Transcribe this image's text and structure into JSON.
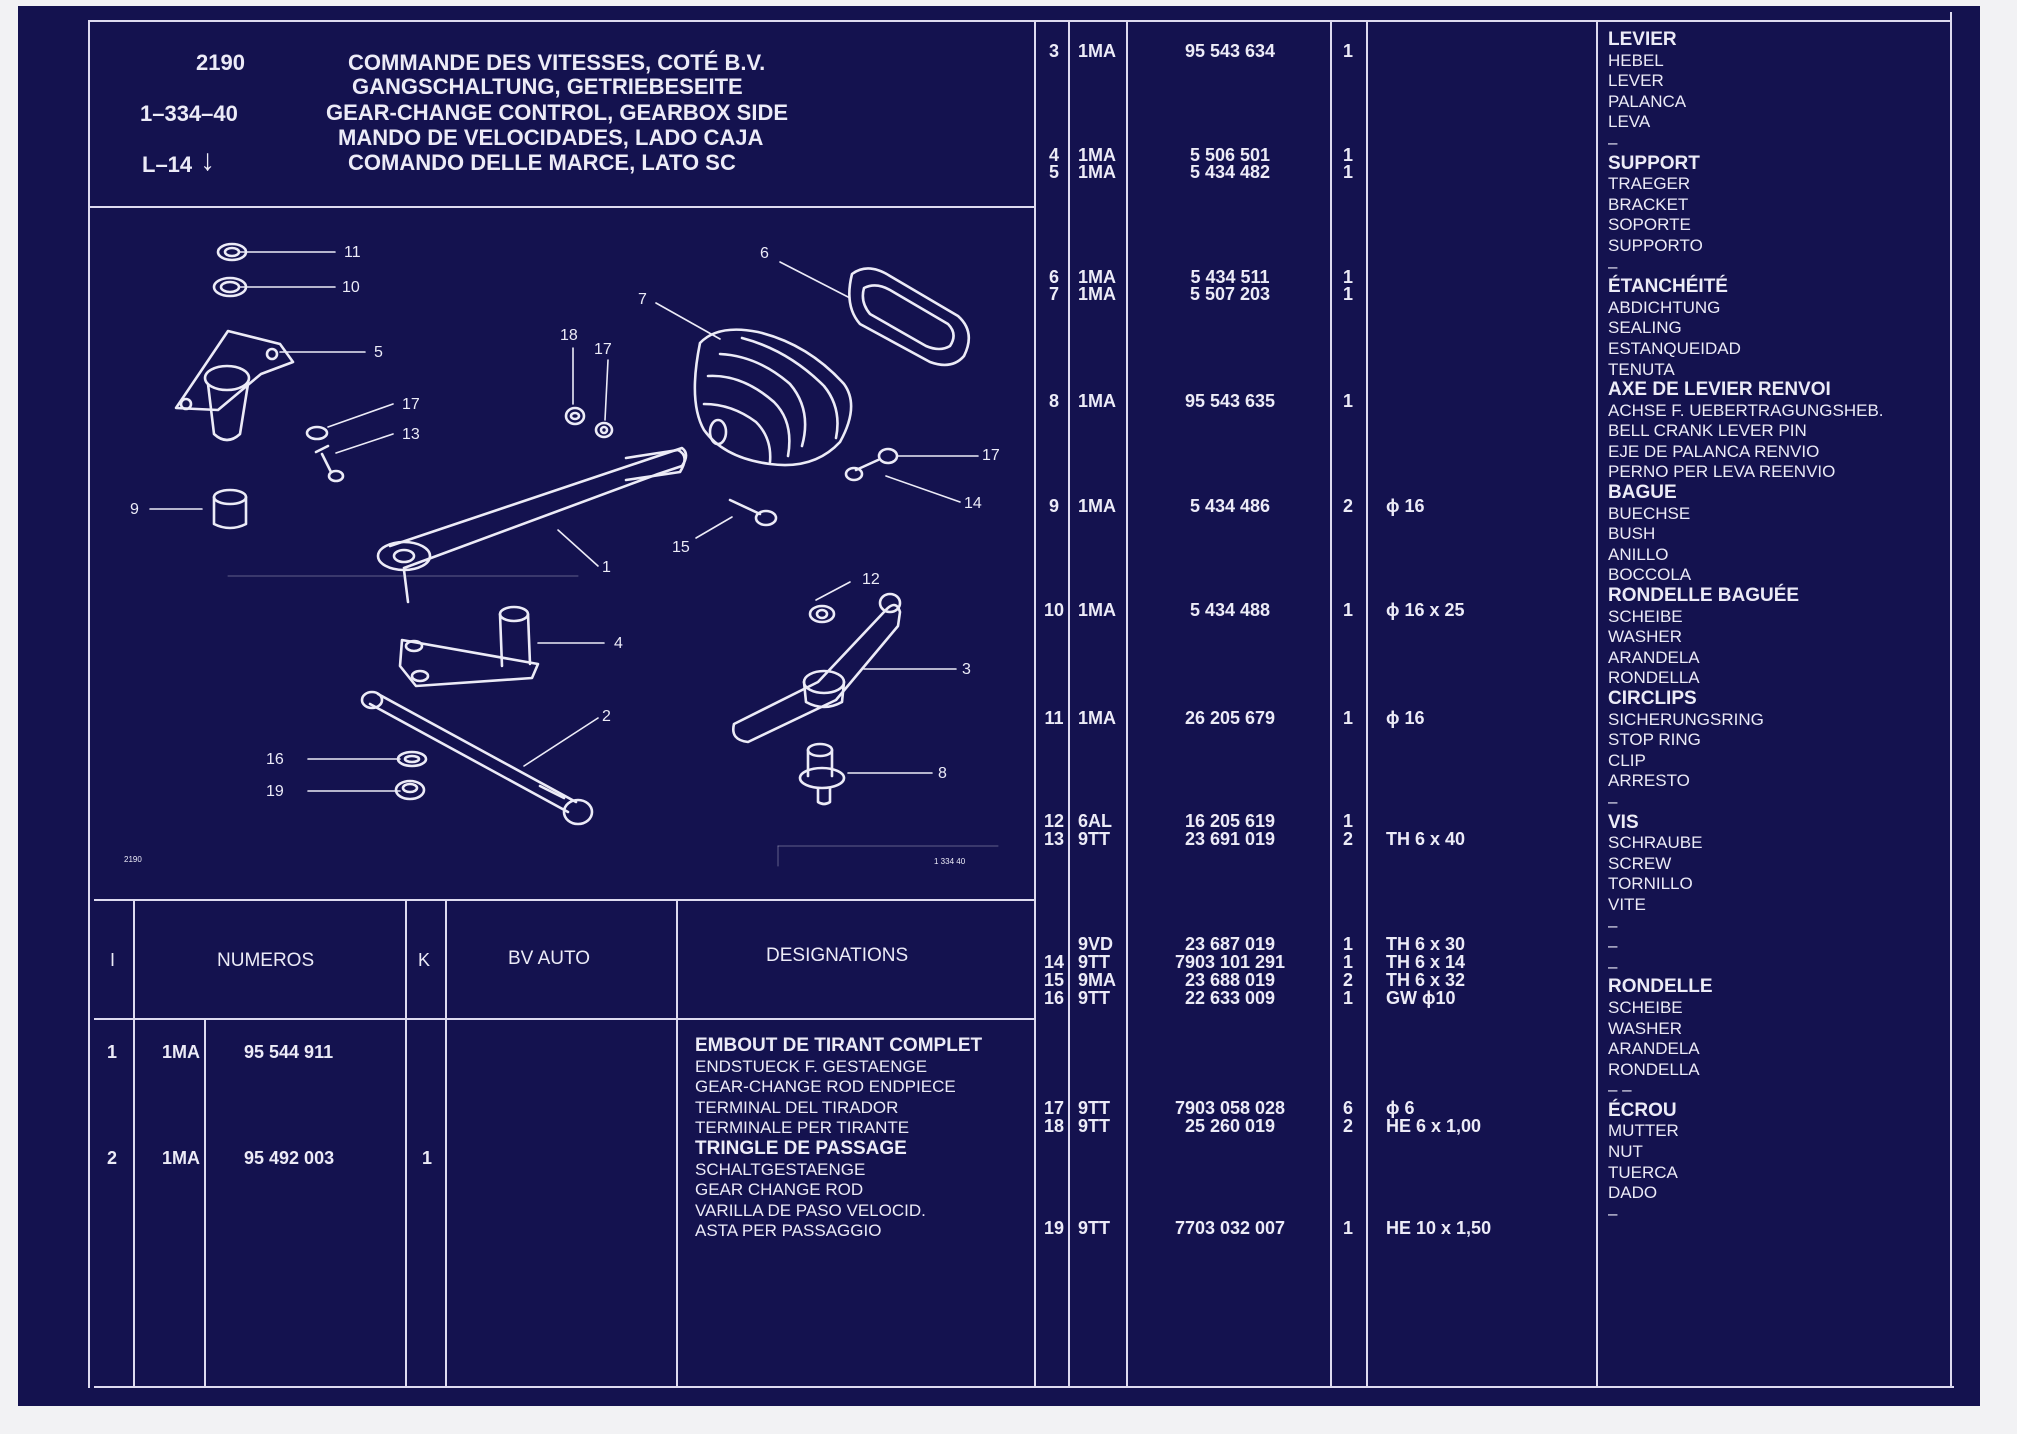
{
  "header": {
    "page_code": "2190",
    "plate_ref": "1–334–40",
    "model_ref": "L–14",
    "arrow": "↓",
    "titles": [
      "COMMANDE DES VITESSES, COTÉ B.V.",
      "GANGSCHALTUNG, GETRIEBESEITE",
      "GEAR-CHANGE CONTROL, GEARBOX SIDE",
      "MANDO DE VELOCIDADES, LADO CAJA",
      "COMANDO DELLE MARCE, LATO SC"
    ]
  },
  "drawing": {
    "callouts": [
      "11",
      "10",
      "5",
      "17",
      "13",
      "9",
      "18",
      "17",
      "7",
      "6",
      "17",
      "14",
      "15",
      "1",
      "12",
      "4",
      "3",
      "2",
      "16",
      "19",
      "8"
    ],
    "footer_left": "2190",
    "footer_right": "1  334 40"
  },
  "table_header": {
    "col_index": "I",
    "col_numbers": "NUMEROS",
    "col_k": "K",
    "col_bv": "BV AUTO",
    "col_designations": "DESIGNATIONS"
  },
  "left_rows": [
    {
      "ref": "1",
      "code": "1MA",
      "number": "95  544  911",
      "qty": "",
      "spec": ""
    },
    {
      "ref": "2",
      "code": "1MA",
      "number": "95  492  003",
      "qty": "1",
      "spec": ""
    }
  ],
  "left_designations": [
    {
      "text": "EMBOUT DE TIRANT COMPLET",
      "head": true
    },
    {
      "text": "ENDSTUECK F. GESTAENGE",
      "head": false
    },
    {
      "text": "GEAR-CHANGE ROD ENDPIECE",
      "head": false
    },
    {
      "text": "TERMINAL DEL TIRADOR",
      "head": false
    },
    {
      "text": "TERMINALE PER TIRANTE",
      "head": false
    },
    {
      "text": "TRINGLE DE PASSAGE",
      "head": true
    },
    {
      "text": "SCHALTGESTAENGE",
      "head": false
    },
    {
      "text": "GEAR CHANGE ROD",
      "head": false
    },
    {
      "text": "VARILLA DE PASO VELOCID.",
      "head": false
    },
    {
      "text": "ASTA PER PASSAGGIO",
      "head": false
    }
  ],
  "right_rows": [
    {
      "ref": "3",
      "code": "1MA",
      "number": "95  543  634",
      "qty": "1",
      "spec": ""
    },
    {
      "ref": "4",
      "code": "1MA",
      "number": "5  506  501",
      "qty": "1",
      "spec": ""
    },
    {
      "ref": "5",
      "code": "1MA",
      "number": "5  434  482",
      "qty": "1",
      "spec": ""
    },
    {
      "ref": "6",
      "code": "1MA",
      "number": "5  434  511",
      "qty": "1",
      "spec": ""
    },
    {
      "ref": "7",
      "code": "1MA",
      "number": "5  507  203",
      "qty": "1",
      "spec": ""
    },
    {
      "ref": "8",
      "code": "1MA",
      "number": "95  543  635",
      "qty": "1",
      "spec": ""
    },
    {
      "ref": "9",
      "code": "1MA",
      "number": "5  434  486",
      "qty": "2",
      "spec": "ϕ 16"
    },
    {
      "ref": "10",
      "code": "1MA",
      "number": "5  434  488",
      "qty": "1",
      "spec": "ϕ 16 x 25"
    },
    {
      "ref": "11",
      "code": "1MA",
      "number": "26  205  679",
      "qty": "1",
      "spec": "ϕ 16"
    },
    {
      "ref": "12",
      "code": "6AL",
      "number": "16  205  619",
      "qty": "1",
      "spec": ""
    },
    {
      "ref": "13",
      "code": "9TT",
      "number": "23  691  019",
      "qty": "2",
      "spec": "TH 6 x 40"
    },
    {
      "ref": "",
      "code": "9VD",
      "number": "23  687  019",
      "qty": "1",
      "spec": "TH 6 x 30"
    },
    {
      "ref": "14",
      "code": "9TT",
      "number": "7903  101  291",
      "qty": "1",
      "spec": "TH 6 x 14"
    },
    {
      "ref": "15",
      "code": "9MA",
      "number": "23  688  019",
      "qty": "2",
      "spec": "TH 6 x 32"
    },
    {
      "ref": "16",
      "code": "9TT",
      "number": "22  633  009",
      "qty": "1",
      "spec": "GW ϕ10"
    },
    {
      "ref": "17",
      "code": "9TT",
      "number": "7903  058  028",
      "qty": "6",
      "spec": "ϕ 6"
    },
    {
      "ref": "18",
      "code": "9TT",
      "number": "25  260  019",
      "qty": "2",
      "spec": "HE 6 x 1,00"
    },
    {
      "ref": "19",
      "code": "9TT",
      "number": "7703  032  007",
      "qty": "1",
      "spec": "HE 10 x 1,50"
    }
  ],
  "right_designations": [
    {
      "text": "LEVIER",
      "head": true
    },
    {
      "text": "HEBEL",
      "head": false
    },
    {
      "text": "LEVER",
      "head": false
    },
    {
      "text": "PALANCA",
      "head": false
    },
    {
      "text": "LEVA",
      "head": false
    },
    {
      "text": "–",
      "head": false
    },
    {
      "text": "SUPPORT",
      "head": true
    },
    {
      "text": "TRAEGER",
      "head": false
    },
    {
      "text": "BRACKET",
      "head": false
    },
    {
      "text": "SOPORTE",
      "head": false
    },
    {
      "text": "SUPPORTO",
      "head": false
    },
    {
      "text": "–",
      "head": false
    },
    {
      "text": "ÉTANCHÉITÉ",
      "head": true
    },
    {
      "text": "ABDICHTUNG",
      "head": false
    },
    {
      "text": "SEALING",
      "head": false
    },
    {
      "text": "ESTANQUEIDAD",
      "head": false
    },
    {
      "text": "TENUTA",
      "head": false
    },
    {
      "text": "AXE DE LEVIER RENVOI",
      "head": true
    },
    {
      "text": "ACHSE F. UEBERTRAGUNGSHEB.",
      "head": false
    },
    {
      "text": "BELL CRANK LEVER PIN",
      "head": false
    },
    {
      "text": "EJE DE PALANCA RENVIO",
      "head": false
    },
    {
      "text": "PERNO PER LEVA REENVIO",
      "head": false
    },
    {
      "text": "BAGUE",
      "head": true
    },
    {
      "text": "BUECHSE",
      "head": false
    },
    {
      "text": "BUSH",
      "head": false
    },
    {
      "text": "ANILLO",
      "head": false
    },
    {
      "text": "BOCCOLA",
      "head": false
    },
    {
      "text": "RONDELLE BAGUÉE",
      "head": true
    },
    {
      "text": "SCHEIBE",
      "head": false
    },
    {
      "text": "WASHER",
      "head": false
    },
    {
      "text": "ARANDELA",
      "head": false
    },
    {
      "text": "RONDELLA",
      "head": false
    },
    {
      "text": "CIRCLIPS",
      "head": true
    },
    {
      "text": "SICHERUNGSRING",
      "head": false
    },
    {
      "text": "STOP RING",
      "head": false
    },
    {
      "text": "CLIP",
      "head": false
    },
    {
      "text": "ARRESTO",
      "head": false
    },
    {
      "text": "–",
      "head": false
    },
    {
      "text": "VIS",
      "head": true
    },
    {
      "text": "SCHRAUBE",
      "head": false
    },
    {
      "text": "SCREW",
      "head": false
    },
    {
      "text": "TORNILLO",
      "head": false
    },
    {
      "text": "VITE",
      "head": false
    },
    {
      "text": "–",
      "head": false
    },
    {
      "text": "–",
      "head": false
    },
    {
      "text": "–",
      "head": false
    },
    {
      "text": "RONDELLE",
      "head": true
    },
    {
      "text": "SCHEIBE",
      "head": false
    },
    {
      "text": "WASHER",
      "head": false
    },
    {
      "text": "ARANDELA",
      "head": false
    },
    {
      "text": "RONDELLA",
      "head": false
    },
    {
      "text": "– –",
      "head": false
    },
    {
      "text": "ÉCROU",
      "head": true
    },
    {
      "text": "MUTTER",
      "head": false
    },
    {
      "text": "NUT",
      "head": false
    },
    {
      "text": "TUERCA",
      "head": false
    },
    {
      "text": "DADO",
      "head": false
    },
    {
      "text": "–",
      "head": false
    }
  ],
  "colors": {
    "sheet_background": "#14124f",
    "ink": "#ecebf7",
    "frame": "#f2f2f4"
  }
}
